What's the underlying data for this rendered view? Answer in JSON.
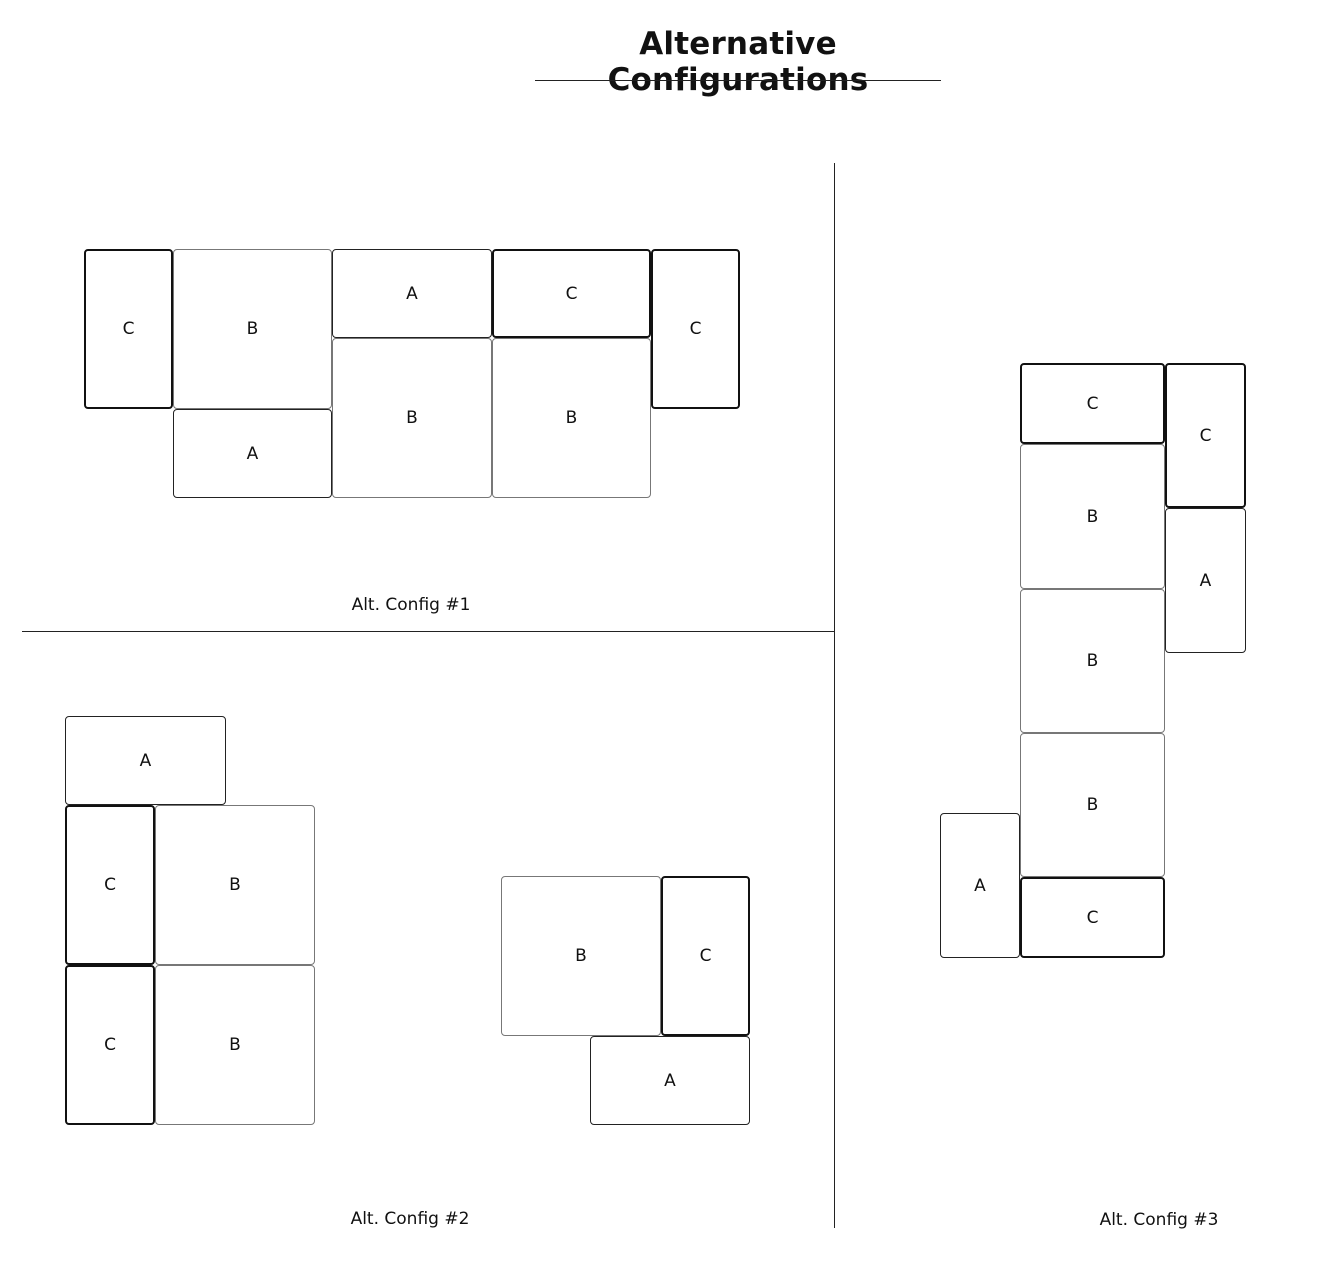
{
  "title": "Alternative Configurations",
  "configs": [
    {
      "caption": "Alt. Config #1",
      "modules": [
        "C",
        "B",
        "A",
        "C",
        "C",
        "A",
        "B",
        "B"
      ]
    },
    {
      "caption": "Alt. Config #2",
      "modules": [
        "A",
        "C",
        "B",
        "C",
        "B",
        "B",
        "C",
        "A"
      ]
    },
    {
      "caption": "Alt. Config #3",
      "modules": [
        "C",
        "C",
        "B",
        "A",
        "B",
        "B",
        "A",
        "C"
      ]
    }
  ]
}
